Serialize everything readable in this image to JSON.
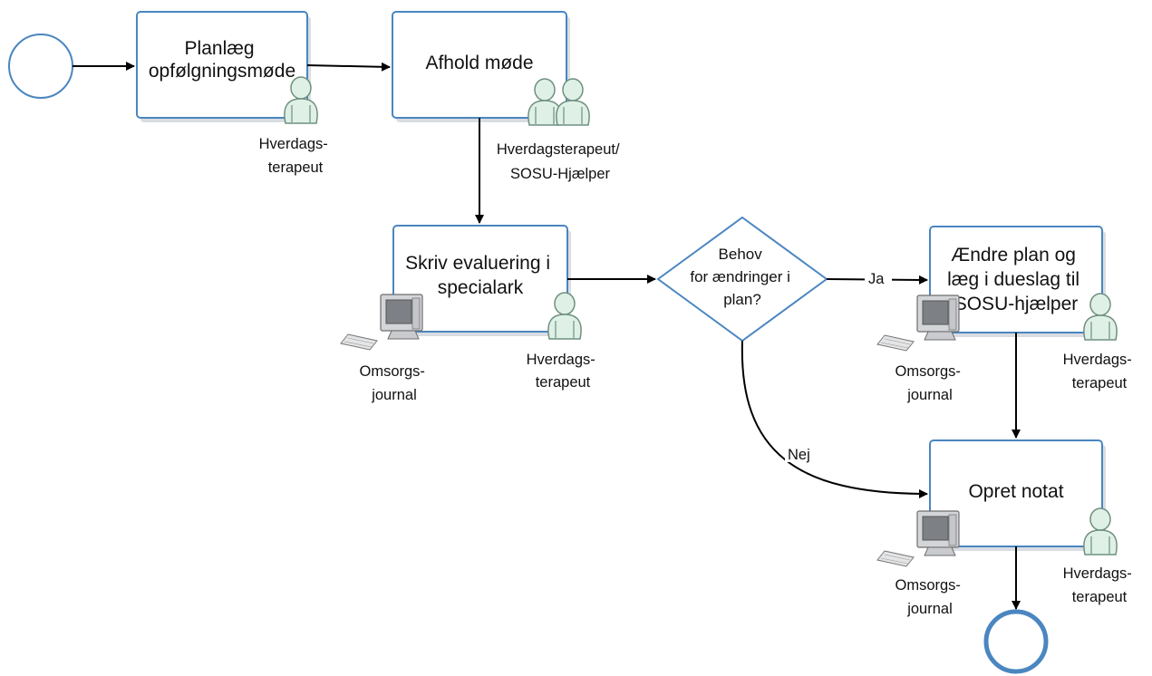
{
  "tasks": {
    "plan": {
      "lines": [
        "Planlæg",
        "opfølgningsmøde"
      ]
    },
    "afhold": {
      "lines": [
        "Afhold møde"
      ]
    },
    "skriv": {
      "lines": [
        "Skriv evaluering i",
        "specialark"
      ]
    },
    "aendre": {
      "lines": [
        "Ændre plan og",
        "læg i dueslag til",
        "SOSU-hjælper"
      ]
    },
    "opret": {
      "lines": [
        "Opret notat"
      ]
    }
  },
  "gateway": {
    "lines": [
      "Behov",
      "for ændringer i",
      "plan?"
    ]
  },
  "edges": {
    "yes": "Ja",
    "no": "Nej"
  },
  "roles": {
    "plan": [
      "Hverdags-",
      "terapeut"
    ],
    "afhold": [
      "Hverdagsterapeut/",
      "SOSU-Hjælper"
    ],
    "skriv": [
      "Hverdags-",
      "terapeut"
    ],
    "aendre": [
      "Hverdags-",
      "terapeut"
    ],
    "opret": [
      "Hverdags-",
      "terapeut"
    ]
  },
  "systems": {
    "skriv": [
      "Omsorgs-",
      "journal"
    ],
    "aendre": [
      "Omsorgs-",
      "journal"
    ],
    "opret": [
      "Omsorgs-",
      "journal"
    ]
  },
  "icons": {
    "person": "person-icon",
    "computer": "computer-icon"
  },
  "colors": {
    "border": "#4a86c0",
    "person_fill": "#dff1e6",
    "person_stroke": "#6f8f80"
  }
}
